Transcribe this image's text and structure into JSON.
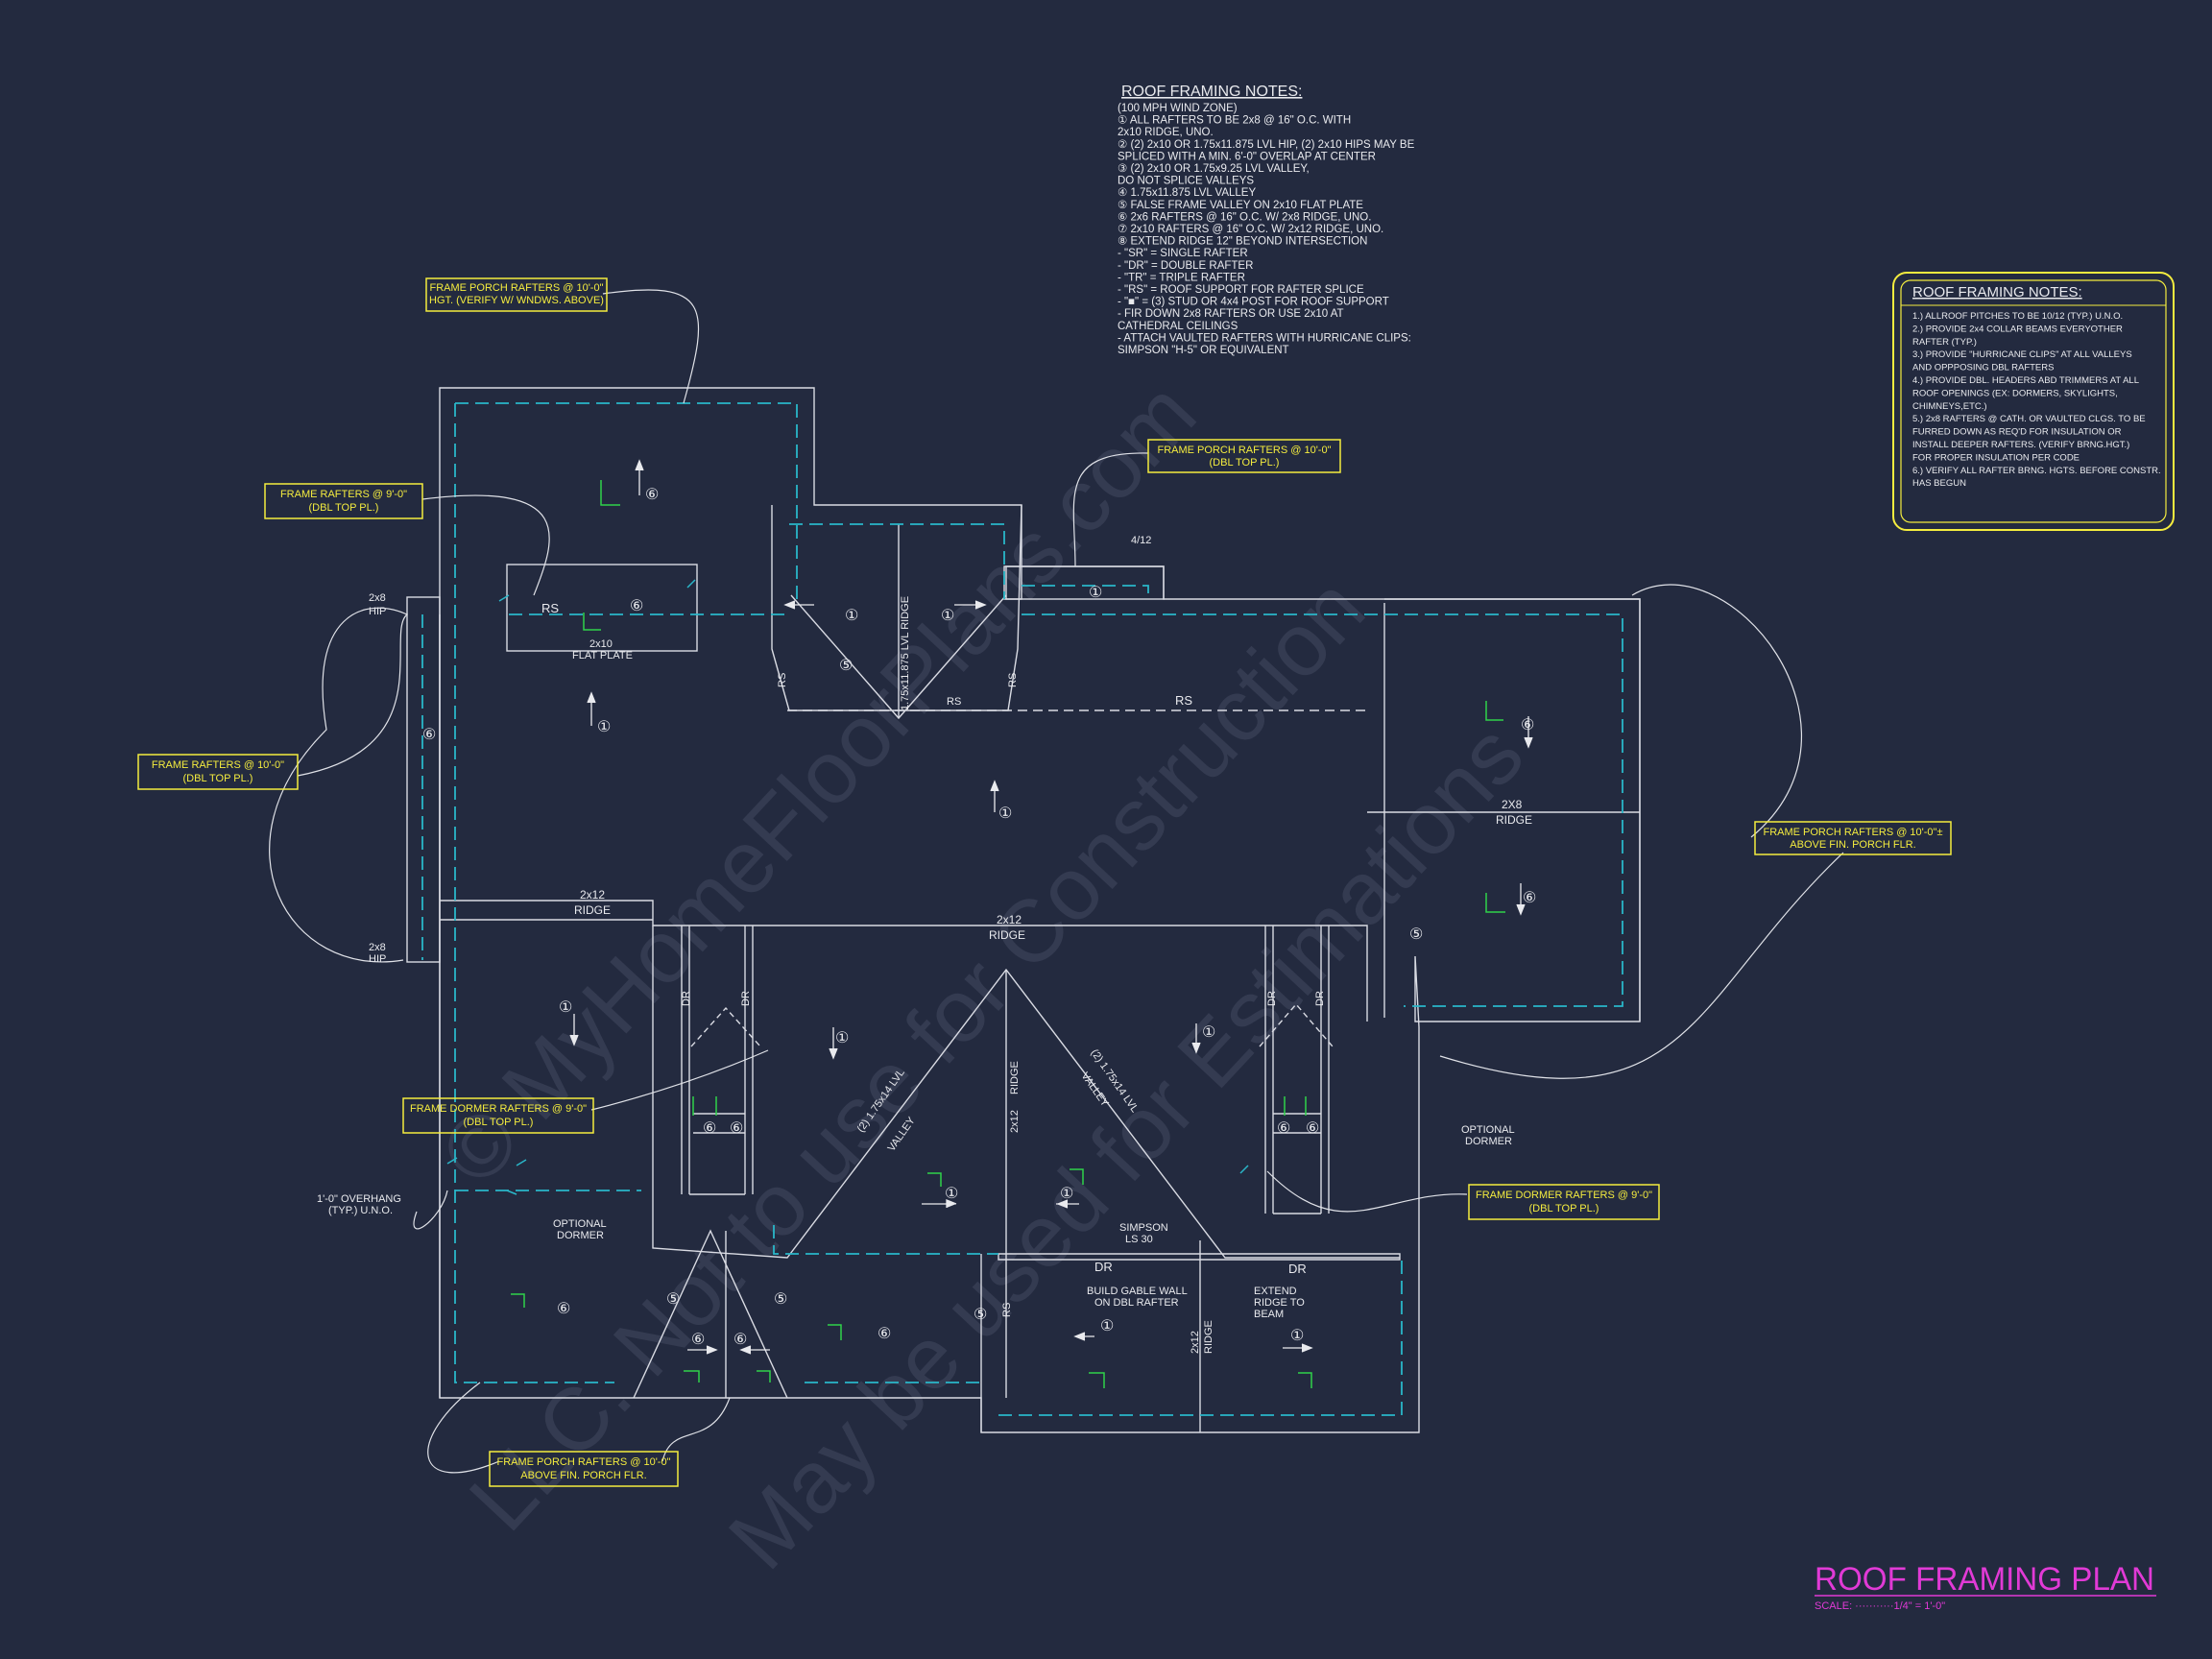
{
  "colors": {
    "background": "#232a3f",
    "linework": "#d9dbe3",
    "dashed_overhang": "#2ab7c9",
    "callout": "#f4ec3f",
    "title": "#e13ad6",
    "markers": "#2fd24a"
  },
  "notes_main": {
    "title": "ROOF FRAMING NOTES:",
    "lines": [
      "(100 MPH WIND ZONE)",
      "① ALL RAFTERS TO BE 2x8 @ 16\" O.C. WITH",
      "    2x10 RIDGE, UNO.",
      "② (2) 2x10 OR 1.75x11.875 LVL HIP, (2) 2x10 HIPS MAY BE",
      "    SPLICED WITH A MIN. 6'-0\" OVERLAP AT CENTER",
      "③ (2) 2x10 OR 1.75x9.25 LVL VALLEY,",
      "    DO NOT SPLICE VALLEYS",
      "④ 1.75x11.875 LVL VALLEY",
      "⑤ FALSE FRAME VALLEY ON 2x10 FLAT PLATE",
      "⑥ 2x6 RAFTERS @ 16\" O.C. W/ 2x8 RIDGE, UNO.",
      "⑦ 2x10 RAFTERS @ 16\" O.C. W/ 2x12 RIDGE, UNO.",
      "⑧ EXTEND RIDGE 12\" BEYOND INTERSECTION",
      "-  \"SR\" = SINGLE RAFTER",
      "-  \"DR\" = DOUBLE RAFTER",
      "-  \"TR\" = TRIPLE RAFTER",
      "-  \"RS\" = ROOF SUPPORT FOR RAFTER SPLICE",
      "-  \"■\" = (3) STUD OR 4x4 POST FOR ROOF SUPPORT",
      "-  FIR DOWN 2x8 RAFTERS OR USE 2x10 AT",
      "    CATHEDRAL CEILINGS",
      "-  ATTACH VAULTED RAFTERS WITH HURRICANE CLIPS:",
      "    SIMPSON \"H-5\" OR EQUIVALENT"
    ]
  },
  "notes_box": {
    "title": "ROOF FRAMING NOTES:",
    "lines": [
      "1.) ALLROOF PITCHES TO BE 10/12 (TYP.) U.N.O.",
      "2.) PROVIDE 2x4 COLLAR BEAMS EVERYOTHER",
      "     RAFTER (TYP.)",
      "3.) PROVIDE \"HURRICANE CLIPS\" AT ALL VALLEYS",
      "     AND OPPPOSING DBL RAFTERS",
      "4.) PROVIDE DBL. HEADERS ABD TRIMMERS AT ALL",
      "     ROOF OPENINGS (EX: DORMERS, SKYLIGHTS,",
      "     CHIMNEYS,ETC.)",
      "5.) 2x8 RAFTERS @ CATH. OR VAULTED CLGS. TO BE",
      "     FURRED DOWN AS REQ'D FOR INSULATION OR",
      "     INSTALL DEEPER RAFTERS.  (VERIFY BRNG.HGT.)",
      "     FOR PROPER INSULATION PER CODE",
      "6.) VERIFY ALL RAFTER BRNG. HGTS. BEFORE CONSTR.",
      "     HAS BEGUN"
    ]
  },
  "callouts": {
    "porch_top": [
      "FRAME PORCH RAFTERS @ 10'-0\"",
      "HGT. (VERIFY W/ WNDWS. ABOVE)"
    ],
    "rafters_9": [
      "FRAME RAFTERS @ 9'-0\"",
      "(DBL TOP PL.)"
    ],
    "porch_mid": [
      "FRAME PORCH RAFTERS @ 10'-0\"",
      "(DBL TOP PL.)"
    ],
    "rafters_10": [
      "FRAME RAFTERS @ 10'-0\"",
      "(DBL TOP PL.)"
    ],
    "porch_right": [
      "FRAME PORCH RAFTERS @ 10'-0\"±",
      "ABOVE FIN. PORCH FLR."
    ],
    "dormer_left": [
      "FRAME DORMER RAFTERS @ 9'-0\"",
      "(DBL TOP PL.)"
    ],
    "dormer_right": [
      "FRAME DORMER RAFTERS @ 9'-0\"",
      "(DBL TOP PL.)"
    ],
    "porch_bottom": [
      "FRAME PORCH RAFTERS @ 10'-0\"",
      "ABOVE FIN. PORCH FLR."
    ]
  },
  "labels": {
    "hip": [
      "2x8",
      "HIP"
    ],
    "rs": "RS",
    "flat_plate": [
      "2x10",
      "FLAT PLATE"
    ],
    "lvl_ridge": "1.75x11.875 LVL RIDGE",
    "ridge_2x8": [
      "2X8",
      "RIDGE"
    ],
    "ridge_2x12": [
      "2x12",
      "RIDGE"
    ],
    "dr": "DR",
    "valley": [
      "(2) 1.75x14 LVL",
      "VALLEY"
    ],
    "pitch": "4/12",
    "overhang": [
      "1'-0\" OVERHANG",
      "(TYP.) U.N.O."
    ],
    "optional_dormer": [
      "OPTIONAL",
      "DORMER"
    ],
    "simpson": [
      "SIMPSON",
      "LS 30"
    ],
    "gable_wall": [
      "BUILD GABLE WALL",
      "ON DBL RAFTER"
    ],
    "extend_ridge": [
      "EXTEND",
      "RIDGE TO",
      "BEAM"
    ],
    "note_nums": [
      "①",
      "⑤",
      "⑥"
    ]
  },
  "watermark": {
    "line1": "© MyHomeFloorPlans.com",
    "line2": "LLC. Not to use for Construction",
    "line3": "May be used for Estimations"
  },
  "title_block": {
    "title": "ROOF FRAMING PLAN",
    "scale": "SCALE: ···········1/4\" = 1'-0\""
  }
}
